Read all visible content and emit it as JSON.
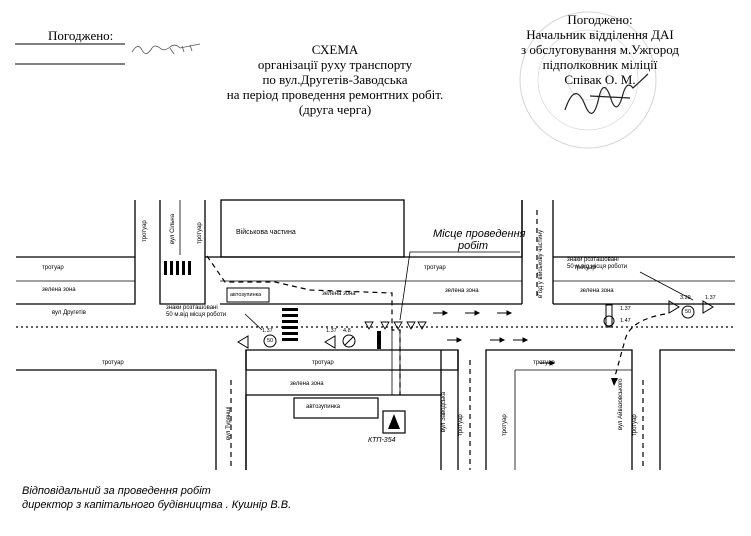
{
  "header": {
    "left_approval": "Погоджено:",
    "title_lines": [
      "СХЕМА",
      "організації руху транспорту",
      "по вул.Другетів-Заводська",
      "на період проведення ремонтних робіт.",
      "(друга  черга)"
    ],
    "right_approval_lines": [
      "Погоджено:",
      "Начальник відділення ДАІ",
      "з обслуговування м.Ужгород",
      "підполковник міліції",
      "Співак О. М."
    ]
  },
  "map": {
    "military_unit": "Військова частина",
    "work_site": [
      "Місце проведення",
      "робіт"
    ],
    "sidewalk": "тротуар",
    "green_zone": "зелена зона",
    "parking": "автозупинка",
    "street_druhetiv": "вул Другетів",
    "street_silna": "вул Сільна",
    "street_turianytsi": "вул Турянщі",
    "street_zavodska": "вул Заводська",
    "street_ayvazovskoho": "вул Айвазовського",
    "military_passage": "в'їзд у військову частину",
    "signs_note_left": [
      "знаки розташовані",
      "50 м.від місця роботи"
    ],
    "signs_note_right": [
      "знаки розташовані",
      "50 м.від місця роботи"
    ],
    "substation": "КТП-354",
    "sign_codes": {
      "s137": "1.37",
      "s329": "3.29",
      "s48": "4.8",
      "s147": "1.47",
      "limit50": "50"
    }
  },
  "footer": {
    "line1": "Відповідальний за проведення робіт",
    "line2": "директор з капітального будівництва . Кушнір В.В."
  }
}
